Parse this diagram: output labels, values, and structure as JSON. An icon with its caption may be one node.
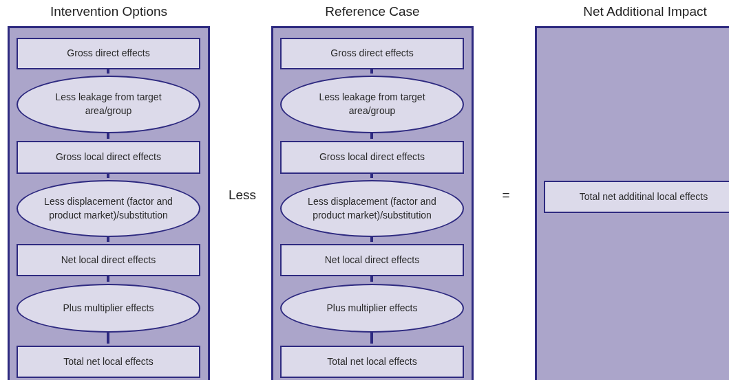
{
  "diagram": {
    "nodes": [
      {
        "text": [
          "Intervention Options"
        ]
      },
      {
        "text": [
          "Gross direct effects"
        ],
        "in": 0
      },
      {
        "text": [
          "Less leakage from target area/group"
        ],
        "in": 0
      },
      {
        "text": [
          "Gross local direct effects"
        ],
        "in": 0
      },
      {
        "text": [
          "Less displacement (factor and product market)/substitution"
        ],
        "in": 0
      },
      {
        "text": [
          "Net local direct effects"
        ],
        "in": 0
      },
      {
        "text": [
          "Plus multiplier effects"
        ],
        "in": 0
      },
      {
        "text": [
          "Total net local effects"
        ],
        "in": 0
      },
      {
        "text": [
          "Reference Case"
        ]
      },
      {
        "text": [
          "Gross direct effects"
        ],
        "in": 8
      },
      {
        "text": [
          "Less leakage from target area/group"
        ],
        "in": 8
      },
      {
        "text": [
          "Gross local direct effects"
        ],
        "in": 8
      },
      {
        "text": [
          "Less displacement (factor and product market)/substitution"
        ],
        "in": 8
      },
      {
        "text": [
          "Net local direct effects"
        ],
        "in": 8
      },
      {
        "text": [
          "Plus multiplier effects"
        ],
        "in": 8
      },
      {
        "text": [
          "Total net local effects"
        ],
        "in": 8
      },
      {
        "text": [
          "Net Additional Impact"
        ]
      },
      {
        "text": [
          "Total net additinal local effects"
        ],
        "in": 16
      }
    ],
    "edges": [
      {
        "from": 1,
        "to": 2,
        "arrow": "none"
      },
      {
        "from": 2,
        "to": 3,
        "arrow": "none"
      },
      {
        "from": 3,
        "to": 4,
        "arrow": "none"
      },
      {
        "from": 4,
        "to": 5,
        "arrow": "none"
      },
      {
        "from": 5,
        "to": 6,
        "arrow": "none"
      },
      {
        "from": 6,
        "to": 7,
        "arrow": "none"
      },
      {
        "from": 9,
        "to": 10,
        "arrow": "none"
      },
      {
        "from": 10,
        "to": 11,
        "arrow": "none"
      },
      {
        "from": 11,
        "to": 12,
        "arrow": "none"
      },
      {
        "from": 12,
        "to": 13,
        "arrow": "none"
      },
      {
        "from": 13,
        "to": 14,
        "arrow": "none"
      },
      {
        "from": 14,
        "to": 15,
        "arrow": "none"
      }
    ],
    "labels": [
      "Less",
      "="
    ]
  }
}
